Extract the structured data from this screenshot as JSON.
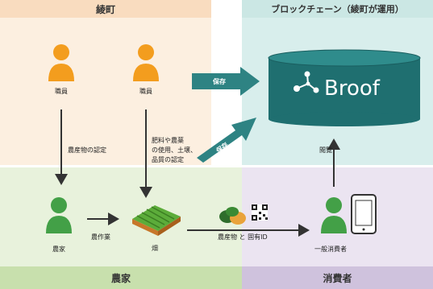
{
  "sections": {
    "ayacho": {
      "header": "綾町"
    },
    "blockchain": {
      "header": "ブロックチェーン（綾町が運用）"
    },
    "farmer": {
      "header": "農家"
    },
    "consumer": {
      "header": "消費者"
    }
  },
  "people": {
    "staff1": "職員",
    "staff2": "職員",
    "farmer": "農家",
    "consumer": "一般消費者"
  },
  "flows": {
    "produce_cert": "農産物の認定",
    "fert_line1": "肥料や農薬",
    "fert_line2": "の使用、土壌、",
    "fert_line3": "品質の認定",
    "save1": "保存",
    "save2": "保存",
    "farming": "農作業",
    "field": "畑",
    "produce_id": "農産物 と 固有ID",
    "browse": "閲覧"
  },
  "brand": {
    "name": "Broof"
  },
  "colors": {
    "ayacho_bg": "#fcefe0",
    "ayacho_hdr": "#f9dcbf",
    "chain_bg": "#d8eeec",
    "chain_hdr": "#cbe7e4",
    "farmer_bg": "#e8f2dc",
    "farmer_hdr": "#c8e0ad",
    "consumer_bg": "#ebe4f1",
    "consumer_hdr": "#cfc2dd",
    "orange": "#f39d1e",
    "green": "#43a047",
    "teal": "#1f6f70",
    "arrow": "#333333"
  }
}
